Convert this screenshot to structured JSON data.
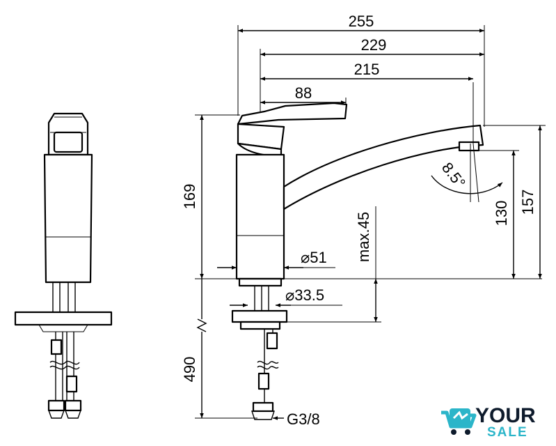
{
  "dimensions": {
    "d255": "255",
    "d229": "229",
    "d215": "215",
    "d88": "88",
    "d169": "169",
    "d157": "157",
    "d130": "130",
    "max45": "max.45",
    "dia51": "⌀51",
    "dia33": "⌀33.5",
    "d490": "490",
    "angle": "8.5°",
    "thread": "G3/8"
  },
  "logo": {
    "word1": "YOUR",
    "word2": "SALE",
    "color_dark": "#0e1b2c",
    "color_accent": "#2bb5c9"
  }
}
